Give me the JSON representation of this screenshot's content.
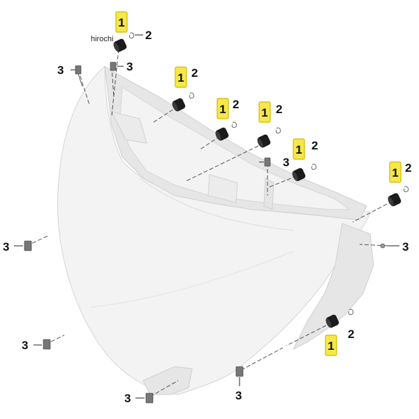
{
  "watermark": "hirochi",
  "callouts": {
    "grommet": "1",
    "clip": "2",
    "screw": "3"
  },
  "colors": {
    "highlight": "#f6e84a",
    "highlight_border": "#d4b800",
    "grommet": "#1b1b1b",
    "housing": "#f3f3f3"
  }
}
